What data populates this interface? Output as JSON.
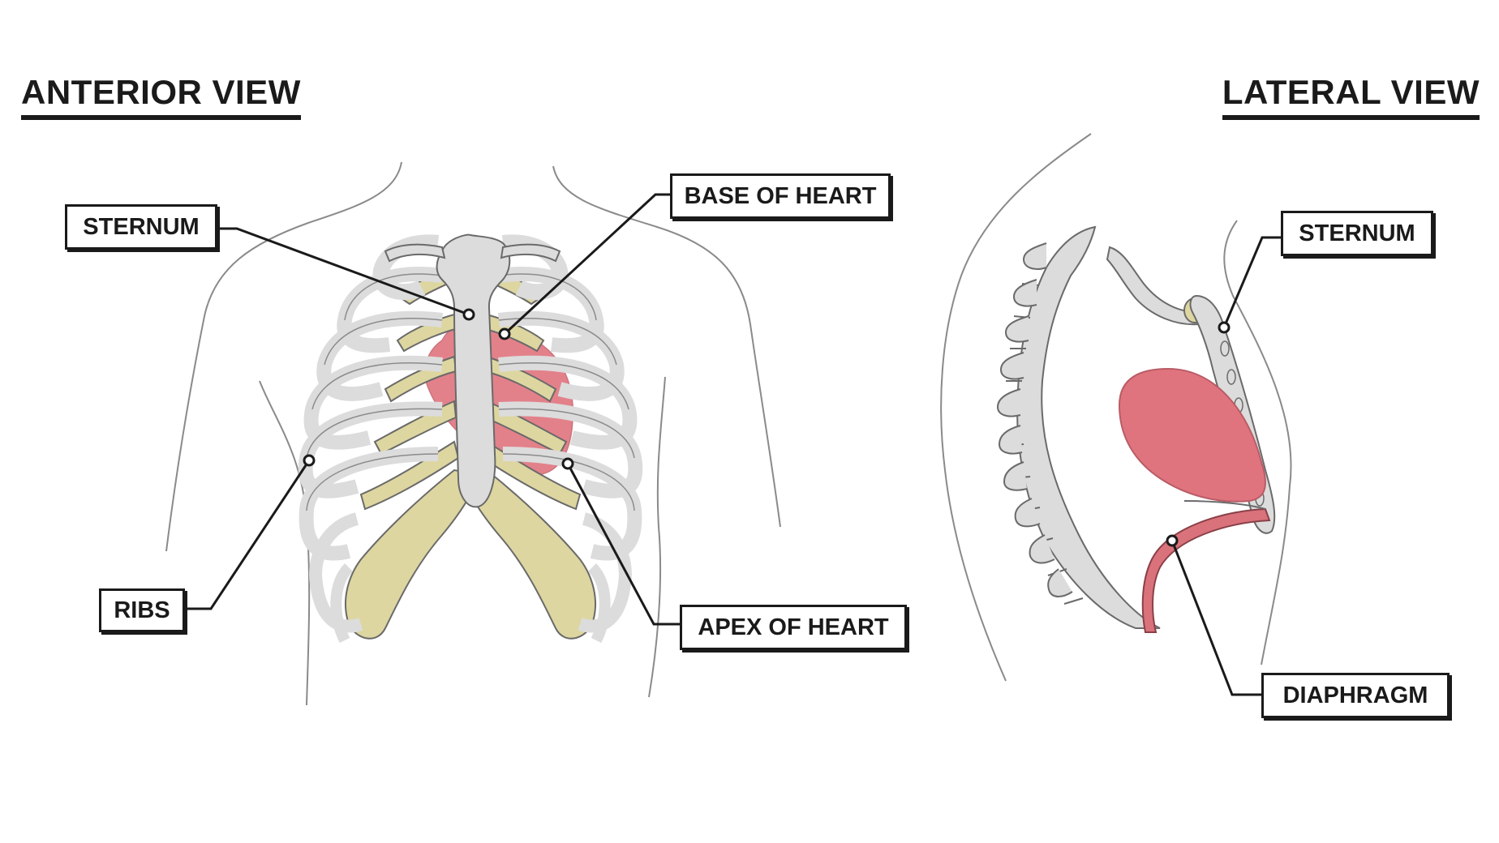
{
  "titles": {
    "anterior": "ANTERIOR VIEW",
    "lateral": "LATERAL VIEW"
  },
  "labels": {
    "anterior_sternum": "STERNUM",
    "base_of_heart": "BASE OF HEART",
    "ribs": "RIBS",
    "apex_of_heart": "APEX OF HEART",
    "lateral_sternum": "STERNUM",
    "diaphragm": "DIAPHRAGM"
  },
  "colors": {
    "bone": "#dcdcdc",
    "bone_outline": "#6a6a6a",
    "cartilage": "#ddd6a0",
    "heart": "#e0747e",
    "diaphragm": "#d9727b",
    "body_outline": "#8a8a8a",
    "leader_line": "#1a1a1a"
  }
}
